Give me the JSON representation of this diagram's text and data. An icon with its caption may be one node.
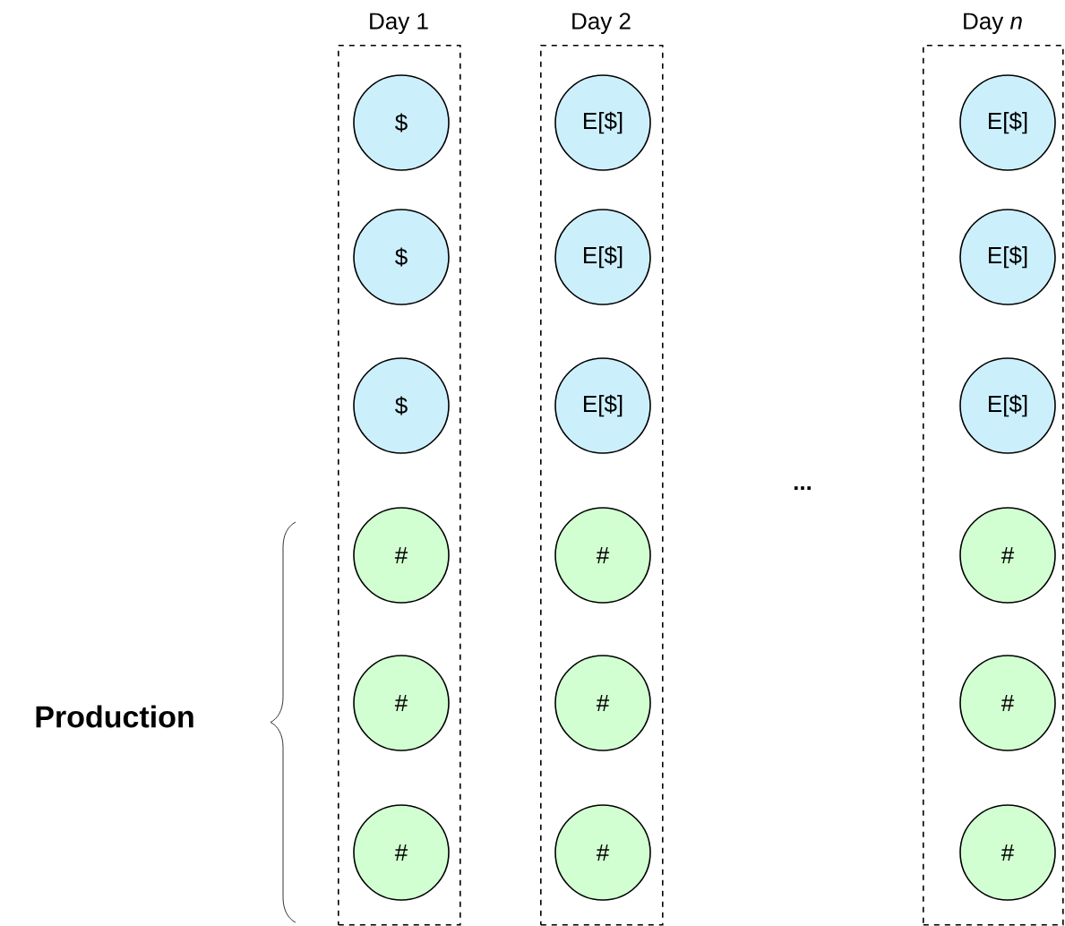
{
  "diagram": {
    "nodes": [
      {
        "text": [
          "Day 1"
        ]
      },
      {
        "text": [
          "$"
        ],
        "in": 0
      },
      {
        "text": [
          "$"
        ],
        "in": 0
      },
      {
        "text": [
          "$"
        ],
        "in": 0
      },
      {
        "text": [
          "#"
        ],
        "in": 0
      },
      {
        "text": [
          "#"
        ],
        "in": 0
      },
      {
        "text": [
          "#"
        ],
        "in": 0
      },
      {
        "text": [
          "Day 2"
        ]
      },
      {
        "text": [
          "E[$]"
        ],
        "in": 7
      },
      {
        "text": [
          "E[$]"
        ],
        "in": 7
      },
      {
        "text": [
          "E[$]"
        ],
        "in": 7
      },
      {
        "text": [
          "#"
        ],
        "in": 7
      },
      {
        "text": [
          "#"
        ],
        "in": 7
      },
      {
        "text": [
          "#"
        ],
        "in": 7
      },
      {
        "text": [
          "Day *n*"
        ]
      },
      {
        "text": [
          "E[$]"
        ],
        "in": 14
      },
      {
        "text": [
          "E[$]"
        ],
        "in": 14
      },
      {
        "text": [
          "E[$]"
        ],
        "in": 14
      },
      {
        "text": [
          "#"
        ],
        "in": 14
      },
      {
        "text": [
          "#"
        ],
        "in": 14
      },
      {
        "text": [
          "#"
        ],
        "in": 14
      }
    ],
    "edges": [],
    "labels": [
      "...",
      "Production"
    ]
  }
}
